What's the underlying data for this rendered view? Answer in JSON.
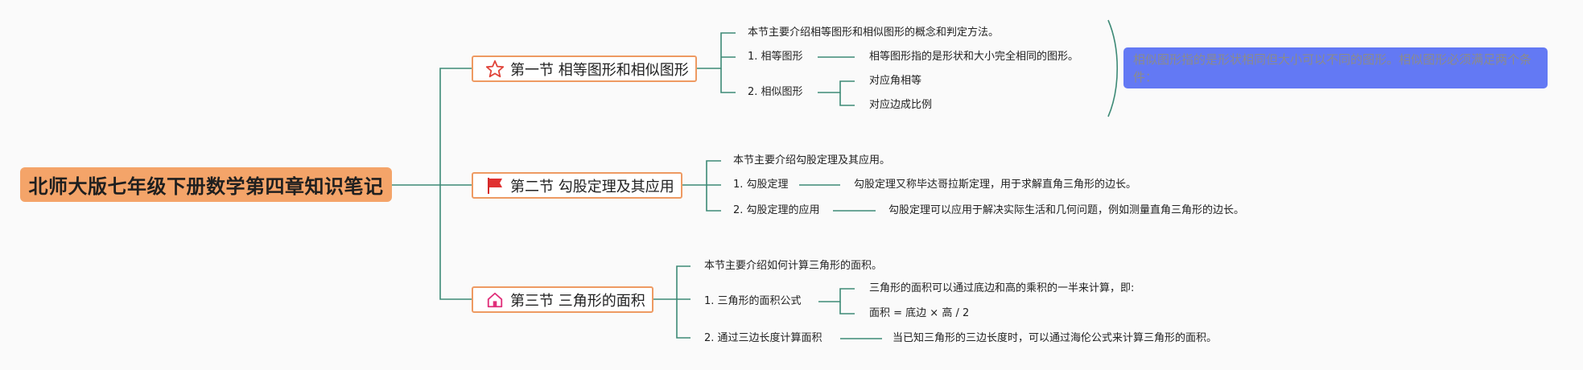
{
  "root": {
    "title": "北师大版七年级下册数学第四章知识笔记"
  },
  "sections": [
    {
      "title": "第一节 相等图形和相似图形",
      "icon": "star-outline-icon",
      "intro": "本节主要介绍相等图形和相似图形的概念和判定方法。",
      "items": [
        {
          "label": "1. 相等图形",
          "details": [
            "相等图形指的是形状和大小完全相同的图形。"
          ]
        },
        {
          "label": "2. 相似图形",
          "details": [
            "对应角相等",
            "对应边成比例"
          ]
        }
      ],
      "note": "相似图形指的是形状相同但大小可以不同的图形。相似图形必须满足两个条件："
    },
    {
      "title": "第二节 勾股定理及其应用",
      "icon": "red-flag-icon",
      "intro": "本节主要介绍勾股定理及其应用。",
      "items": [
        {
          "label": "1. 勾股定理",
          "details": [
            "勾股定理又称毕达哥拉斯定理，用于求解直角三角形的边长。"
          ]
        },
        {
          "label": "2. 勾股定理的应用",
          "details": [
            "勾股定理可以应用于解决实际生活和几何问题，例如测量直角三角形的边长。"
          ]
        }
      ]
    },
    {
      "title": "第三节 三角形的面积",
      "icon": "home-icon",
      "intro": "本节主要介绍如何计算三角形的面积。",
      "items": [
        {
          "label": "1. 三角形的面积公式",
          "details": [
            "三角形的面积可以通过底边和高的乘积的一半来计算，即:",
            "面积 = 底边 × 高 / 2"
          ]
        },
        {
          "label": "2. 通过三边长度计算面积",
          "details": [
            "当已知三角形的三边长度时，可以通过海伦公式来计算三角形的面积。"
          ]
        }
      ]
    }
  ],
  "colors": {
    "line": "#3d8a76",
    "root_fill": "#f4a469",
    "section_border": "#ee9a62",
    "note_fill": "#6379f4",
    "note_text": "#8b8b8b"
  }
}
